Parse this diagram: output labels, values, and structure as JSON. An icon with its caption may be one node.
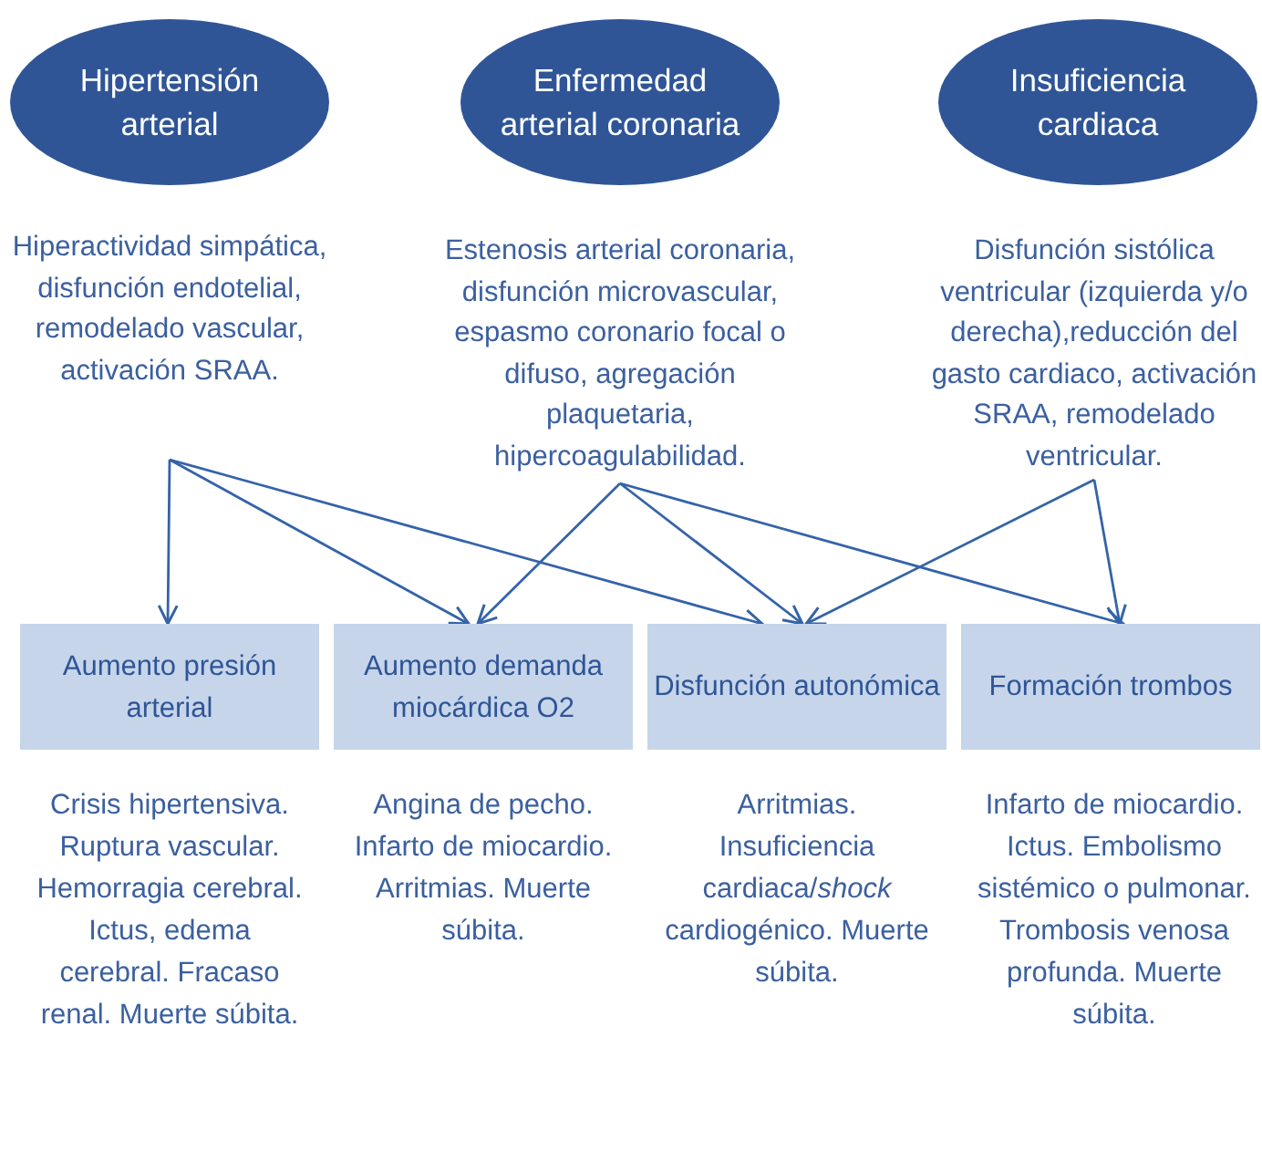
{
  "diagram": {
    "nodes": [
      {
        "text": [
          "Hipertensión arterial"
        ]
      },
      {
        "text": [
          "Enfermedad arterial coronaria"
        ]
      },
      {
        "text": [
          "Insuficiencia cardiaca"
        ]
      },
      {
        "text": [
          "Hiperactividad simpática, disfunción endotelial, remodelado vascular, activación SRAA."
        ]
      },
      {
        "text": [
          "Estenosis arterial coronaria, disfunción microvascular, espasmo coronario focal o difuso, agregación plaquetaria, hipercoagulabilidad."
        ]
      },
      {
        "text": [
          "Disfunción sistólica ventricular (izquierda y/o derecha),reducción del gasto cardiaco, activación SRAA, remodelado ventricular."
        ]
      },
      {
        "text": [
          "Aumento presión arterial"
        ],
        "beside": [
          "Crisis hipertensiva. Ruptura vascular. Hemorragia cerebral. Ictus, edema cerebral. Fracaso renal. Muerte súbita."
        ]
      },
      {
        "text": [
          "Aumento  demanda miocárdica O2"
        ],
        "beside": [
          "Angina de pecho. Infarto de miocardio. Arritmias. Muerte súbita."
        ]
      },
      {
        "text": [
          "Disfunción autonómica"
        ],
        "beside": [
          "Arritmias. Insuficiencia cardiaca/*shock* cardiogénico. Muerte súbita."
        ]
      },
      {
        "text": [
          "Formación trombos"
        ],
        "beside": [
          "Infarto de miocardio. Ictus. Embolismo sistémico o pulmonar. Trombosis venosa profunda. Muerte súbita."
        ]
      }
    ],
    "edges": [
      {
        "from": 3,
        "to": 6,
        "arrow": "to"
      },
      {
        "from": 3,
        "to": 7,
        "arrow": "to"
      },
      {
        "from": 3,
        "to": 8,
        "arrow": "to"
      },
      {
        "from": 4,
        "to": 7,
        "arrow": "to"
      },
      {
        "from": 4,
        "to": 8,
        "arrow": "to"
      },
      {
        "from": 4,
        "to": 9,
        "arrow": "to"
      },
      {
        "from": 5,
        "to": 8,
        "arrow": "to"
      },
      {
        "from": 5,
        "to": 9,
        "arrow": "to"
      }
    ]
  }
}
